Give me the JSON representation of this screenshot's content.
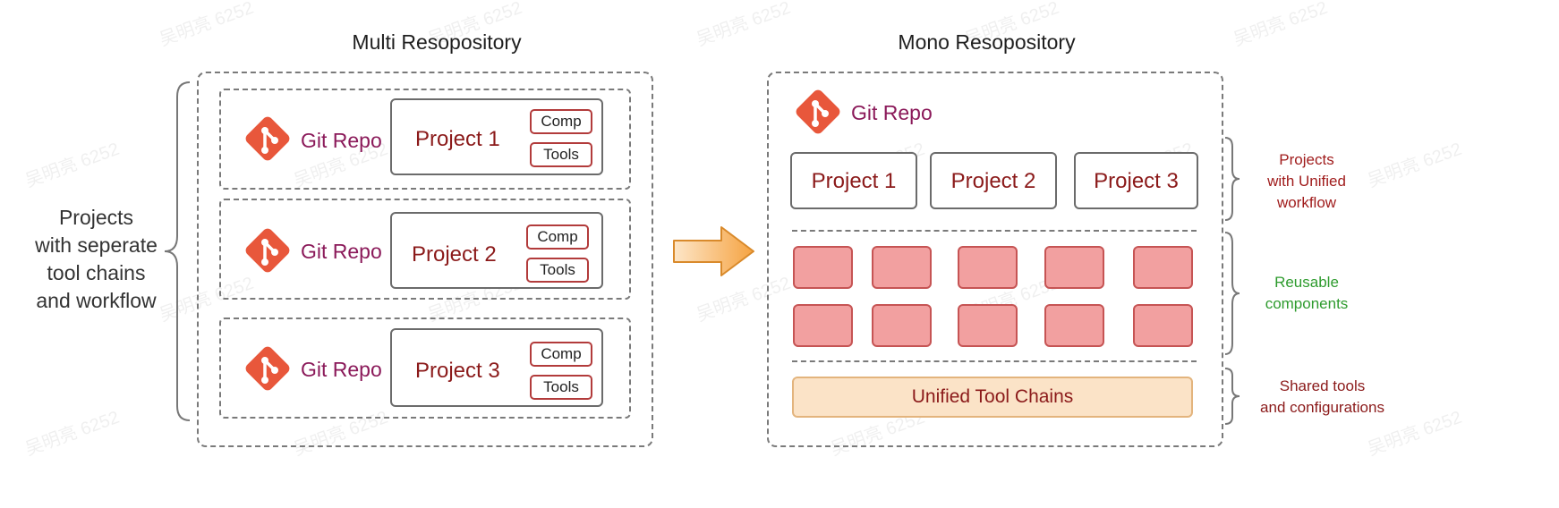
{
  "multi": {
    "title": "Multi Resopository",
    "side_label": "Projects\nwith seperate\ntool chains\nand workflow",
    "rows": [
      {
        "git": "Git Repo",
        "project": "Project 1",
        "comp": "Comp",
        "tools": "Tools"
      },
      {
        "git": "Git Repo",
        "project": "Project 2",
        "comp": "Comp",
        "tools": "Tools"
      },
      {
        "git": "Git Repo",
        "project": "Project 3",
        "comp": "Comp",
        "tools": "Tools"
      }
    ]
  },
  "mono": {
    "title": "Mono Resopository",
    "git": "Git Repo",
    "projects": [
      "Project 1",
      "Project 2",
      "Project 3"
    ],
    "tool_chains": "Unified Tool Chains",
    "labels": {
      "projects": "Projects\nwith Unified\nworkflow",
      "components": "Reusable\ncomponents",
      "shared": "Shared tools\nand configurations"
    },
    "component_count": 10
  },
  "watermark": "吴明亮 6252",
  "colors": {
    "git_icon": "#e8573b",
    "project_text": "#8b1a1a",
    "git_text": "#8b1a5a",
    "component_fill": "#f2a0a0",
    "components_label": "#2e9b2e",
    "projects_label": "#a01c1c",
    "shared_label": "#8b1a1a",
    "arrow_fill": "#f5a342"
  }
}
